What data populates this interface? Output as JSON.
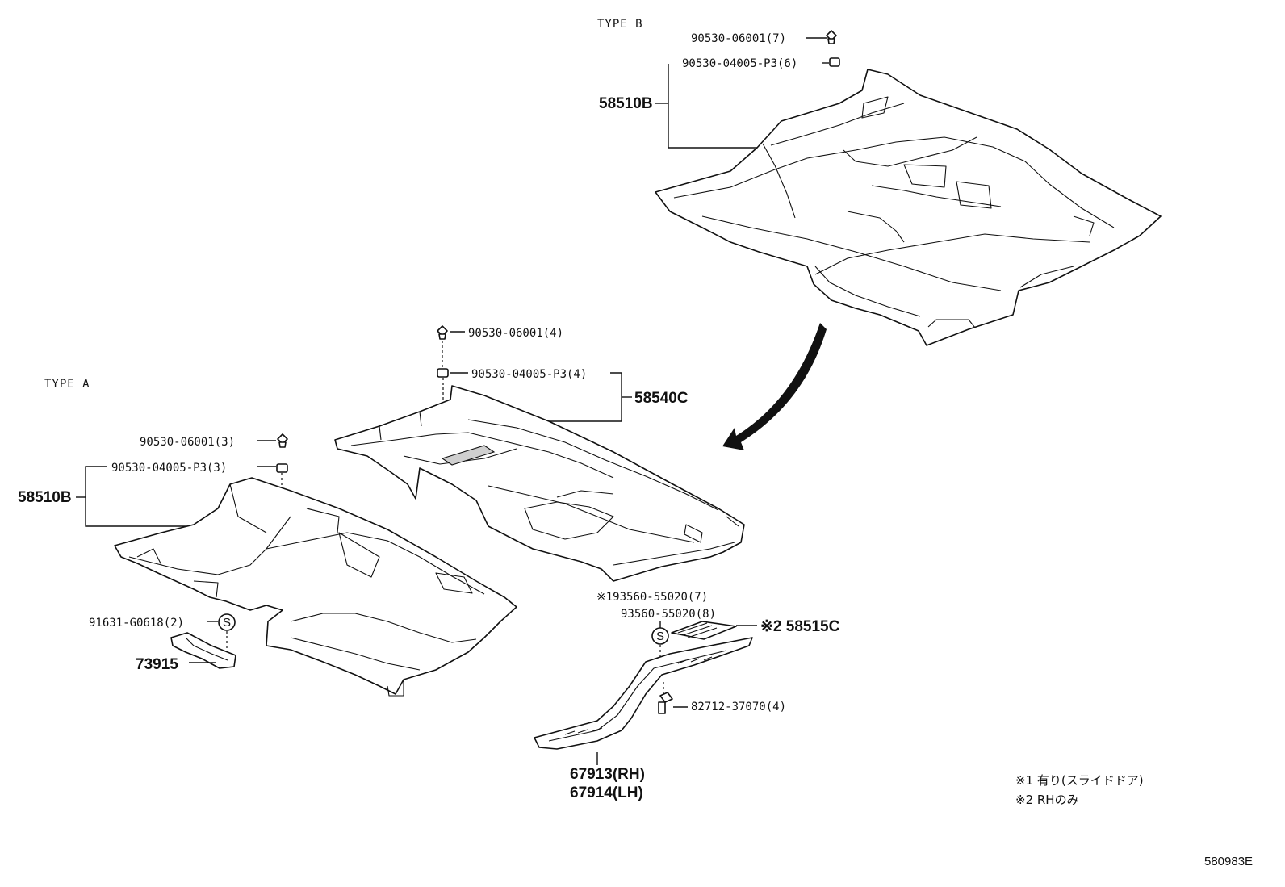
{
  "type_a_label": "TYPE A",
  "type_b_label": "TYPE B",
  "callouts": {
    "b_clip": "90530-06001(7)",
    "b_nut": "90530-04005-P3(6)",
    "b_mat": "58510B",
    "c_clip": "90530-06001(4)",
    "c_nut": "90530-04005-P3(4)",
    "c_mat": "58540C",
    "a_clip": "90530-06001(3)",
    "a_nut": "90530-04005-P3(3)",
    "a_mat": "58510B",
    "a_screw": "91631-G0618(2)",
    "a_bracket": "73915",
    "s_screw1": "※193560-55020(7)",
    "s_screw2": "93560-55020(8)",
    "s_plate": "※2 58515C",
    "s_clip": "82712-37070(4)",
    "s_rh": "67913(RH)",
    "s_lh": "67914(LH)"
  },
  "screw_symbol": "S",
  "notes": {
    "note1": "※1 有り(スライドドア)",
    "note2": "※2 RHのみ"
  },
  "diagram_code": "580983E"
}
